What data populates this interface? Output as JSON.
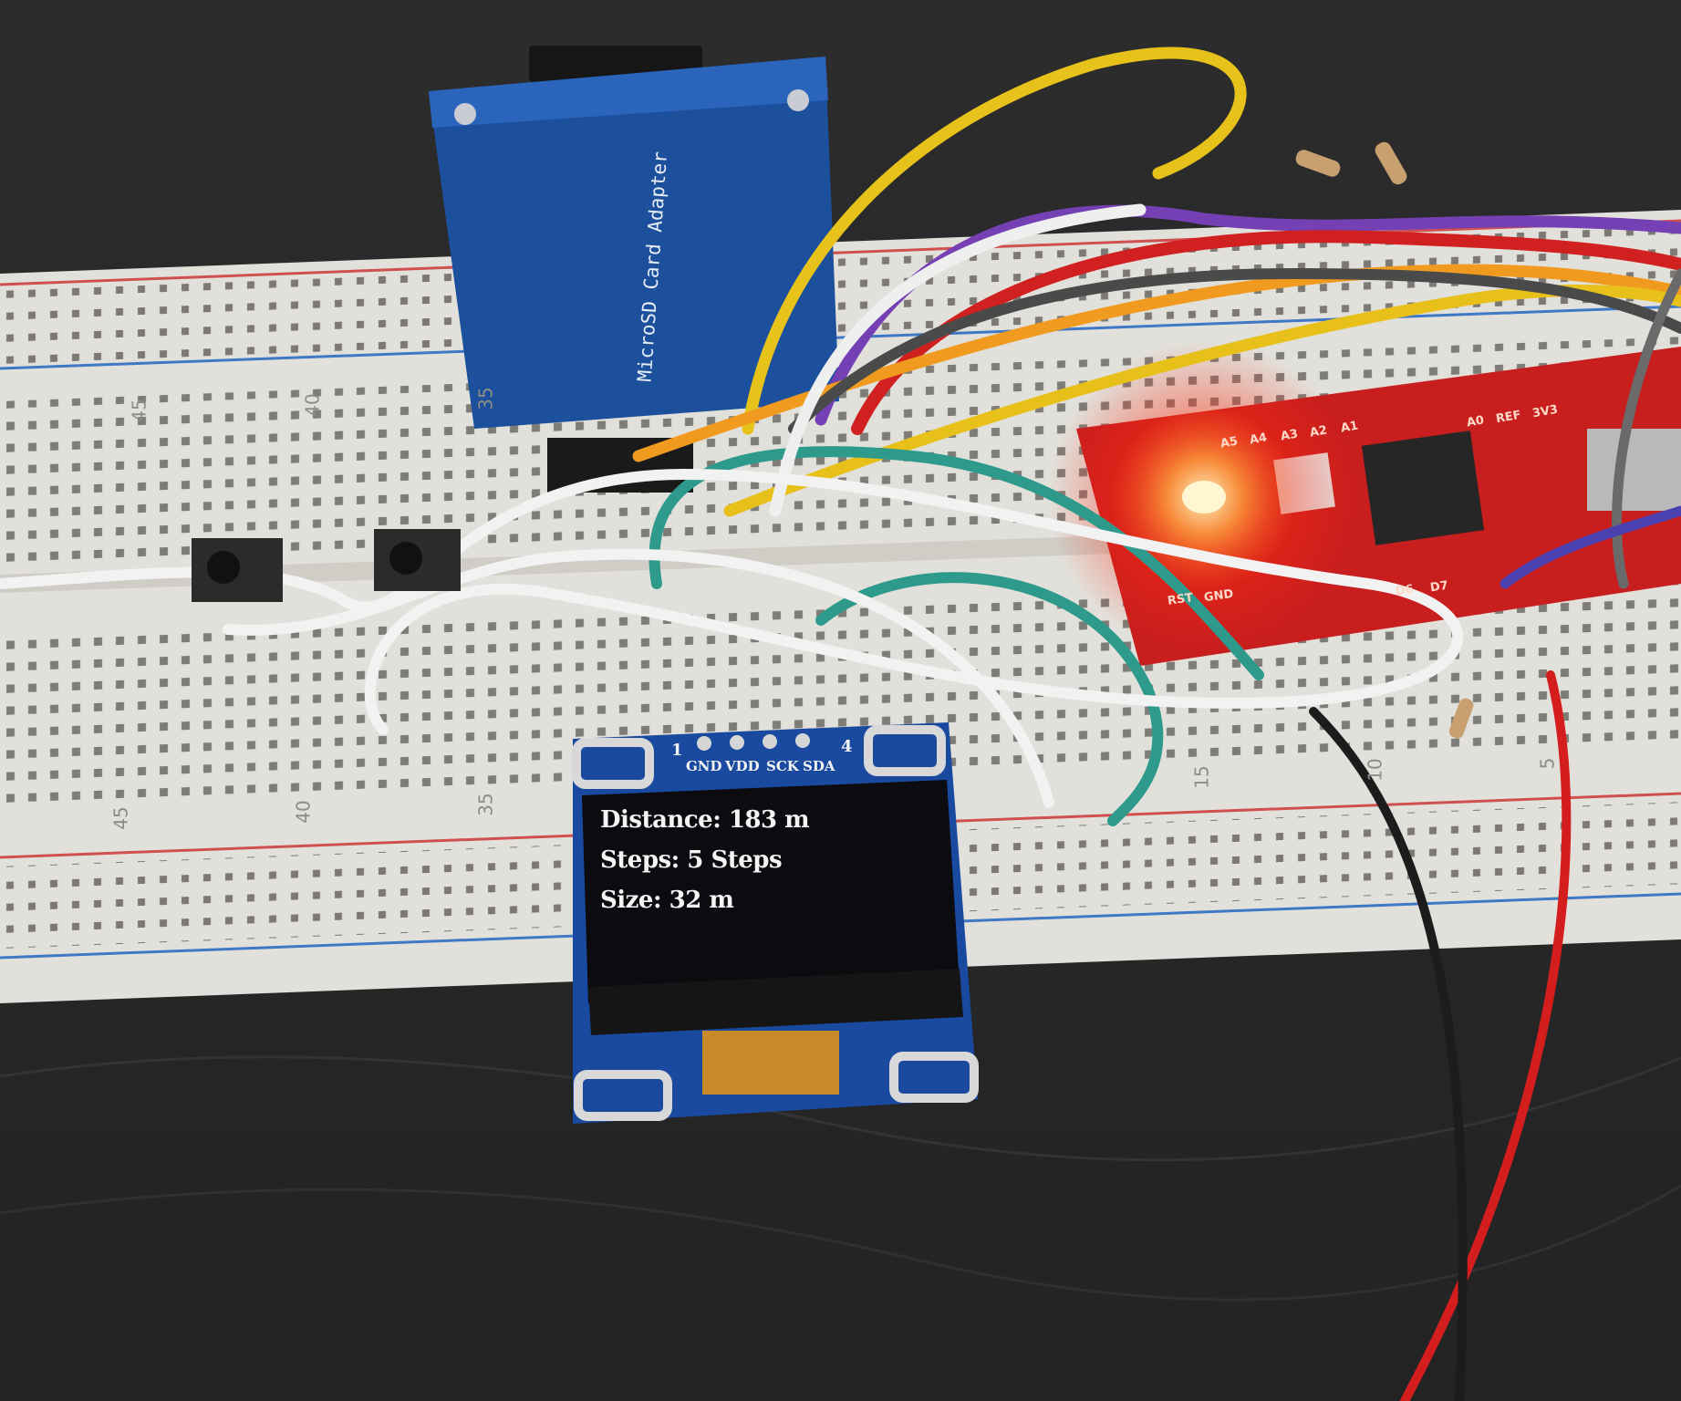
{
  "oled": {
    "line1": "Distance: 183 m",
    "line2": "Steps: 5 Steps",
    "line3": "Size: 32 m",
    "pin_start": "1",
    "pin_end": "4",
    "pins": [
      "GND",
      "VDD",
      "SCK",
      "SDA"
    ]
  },
  "sd_module": {
    "label": "MicroSD Card Adapter"
  },
  "breadboard": {
    "upper_numbers": [
      "45",
      "40",
      "35"
    ],
    "lower_numbers": [
      "45",
      "40",
      "35",
      "15",
      "10",
      "5"
    ]
  },
  "arduino": {
    "labels": [
      "A5",
      "A4",
      "A3",
      "A2",
      "A1",
      "A0",
      "REF",
      "3V3",
      "RST",
      "GND",
      "D6",
      "D7"
    ]
  },
  "colors": {
    "background": "#2a2a2b",
    "breadboard": "#e2e0da",
    "sd_board": "#1c4f9c",
    "oled_board": "#1a4aa0",
    "arduino": "#c81e1e",
    "led": "#fff2b0"
  }
}
